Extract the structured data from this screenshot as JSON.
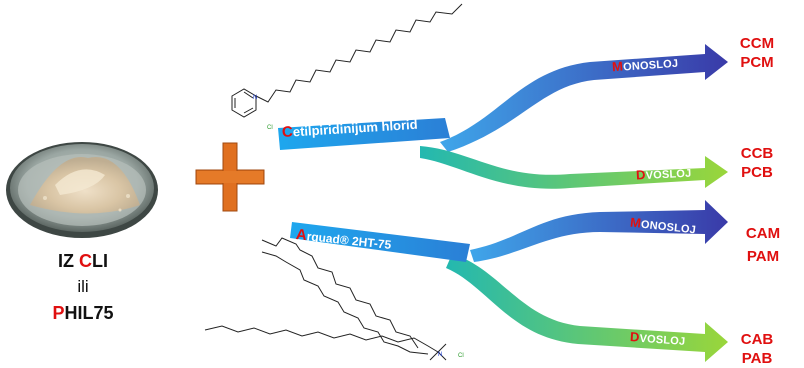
{
  "source": {
    "line1_cap": "IZ ",
    "line1_red": "C",
    "line1_rest": "LI",
    "line2": "ili",
    "line3_red": "P",
    "line3_rest": "HIL75"
  },
  "reagents": {
    "top": {
      "cap": "C",
      "rest": "etilpiridinijum hlorid"
    },
    "bottom": {
      "cap": "A",
      "rest": "rquad® 2HT-75"
    }
  },
  "branches": {
    "top_mono": {
      "cap": "M",
      "rest": "ONOSLOJ"
    },
    "top_di": {
      "cap": "D",
      "rest": "VOSLOJ"
    },
    "bottom_mono": {
      "cap": "M",
      "rest": "ONOSLOJ"
    },
    "bottom_di": {
      "cap": "D",
      "rest": "VOSLOJ"
    }
  },
  "products": {
    "p1": [
      "CCM",
      "PCM"
    ],
    "p2": [
      "CCB",
      "PCB"
    ],
    "p3": [
      "CAM",
      "PAM"
    ],
    "p4": [
      "CAB",
      "PAB"
    ]
  },
  "molecule": {
    "chloride": "Cl",
    "nitrogen": "N"
  },
  "colors": {
    "blue_start": "#3aa0e8",
    "blue_end": "#3a3aa8",
    "green_start": "#2ec4a0",
    "green_end": "#8cd23c",
    "plus": "#e07020",
    "accent_red": "#e01010"
  }
}
